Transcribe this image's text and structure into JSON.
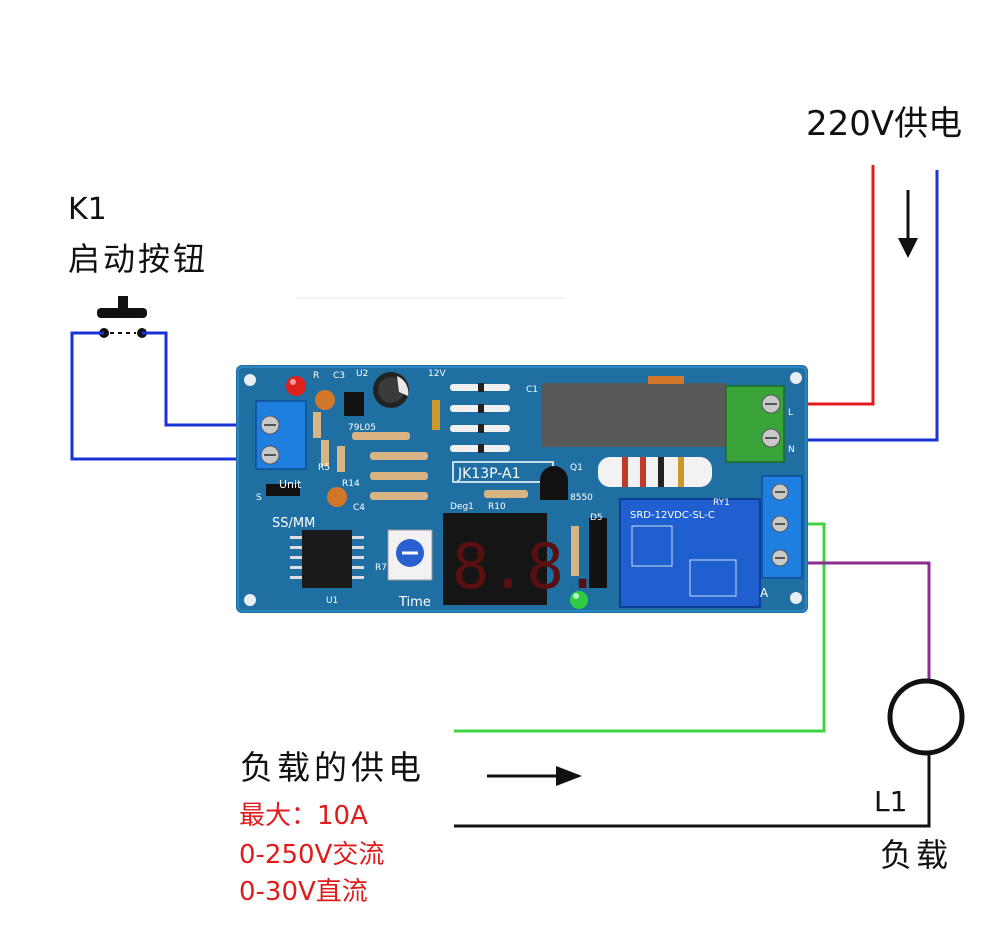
{
  "labels": {
    "power_supply": "220V供电",
    "k1": "K1",
    "start_button": "启动按钮",
    "load_supply": "负载的供电",
    "max_current": "最大：10A",
    "ac_range": "0-250V交流",
    "dc_range": "0-30V直流",
    "l1": "L1",
    "load": "负载"
  },
  "board": {
    "model": "JK13P-A1",
    "relay": "SRD-12VDC-SL-C",
    "time_label": "Time",
    "unit_label": "Unit",
    "mode_label": "SS/MM",
    "deg_label": "Deg1",
    "reg_label": "79L05",
    "voltage_label": "12V",
    "transistor_label": "8550",
    "display_value": "8.8.",
    "silk": {
      "r": "R",
      "c3": "C3",
      "u2": "U2",
      "c1": "C1",
      "r5": "R5",
      "r14": "R14",
      "c4": "C4",
      "s": "S",
      "u1": "U1",
      "r7": "R7",
      "r10": "R10",
      "d5": "D5",
      "q1": "Q1",
      "rv1": "RY1",
      "l": "L",
      "n": "N",
      "a": "A"
    }
  },
  "colors": {
    "board": "#1f6fa3",
    "wire_red": "#e01b1b",
    "wire_blue": "#1a33d6",
    "wire_green": "#3fd43f",
    "wire_purple": "#8a2d8f",
    "wire_black": "#111111",
    "relay": "#1f5fd0",
    "terminal_blue": "#1f7fe0",
    "terminal_green": "#3aa33a"
  }
}
